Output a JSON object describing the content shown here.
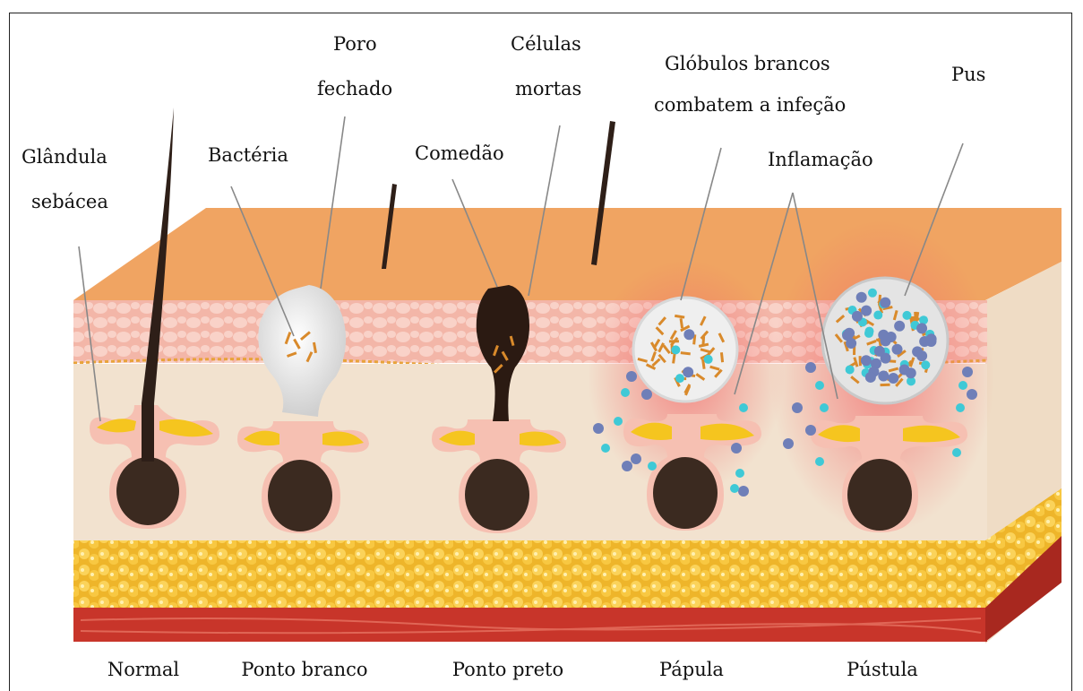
{
  "labels": {
    "gland_line1": "Glândula",
    "gland_line2": "sebácea",
    "bacteria": "Bactéria",
    "pore_line1": "Poro",
    "pore_line2": "fechado",
    "comedo": "Comedão",
    "dead_cells_line1": "Células",
    "dead_cells_line2": "mortas",
    "wbc_line1": "Glóbulos brancos",
    "wbc_line2": "combatem a infeção",
    "inflammation": "Inflamação",
    "pus": "Pus"
  },
  "stages": [
    "Normal",
    "Ponto branco",
    "Ponto preto",
    "Pápula",
    "Pústula"
  ],
  "colors": {
    "skin_top": "#f0a462",
    "epidermis": "#f6cdbf",
    "dermis": "#f2e2cf",
    "fat": "#f4c23c",
    "muscle": "#c8352a",
    "follicle": "#3b2a20",
    "sebum": "#f5c51f",
    "white_cell": "#3fc9d6",
    "bacteria": "#d98a2b"
  }
}
